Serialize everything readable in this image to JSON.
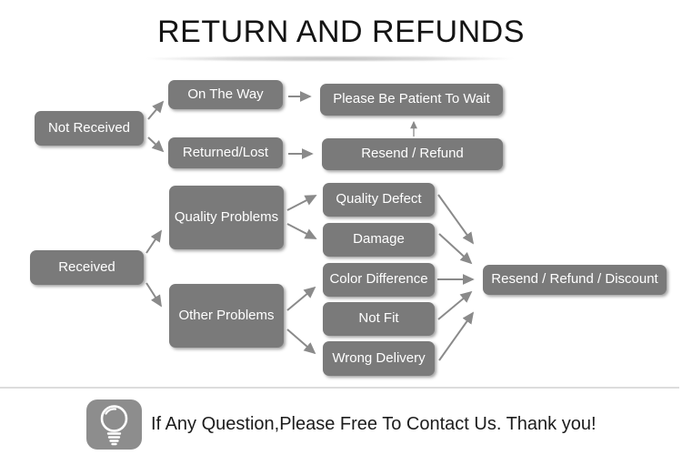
{
  "title": "RETURN AND REFUNDS",
  "flowchart": {
    "nodes": {
      "not_received": "Not Received",
      "on_the_way": "On The Way",
      "please_wait": "Please Be Patient To Wait",
      "returned_lost": "Returned/Lost",
      "resend_refund": "Resend / Refund",
      "received": "Received",
      "quality_problems": "Quality Problems",
      "other_problems": "Other Problems",
      "quality_defect": "Quality Defect",
      "damage": "Damage",
      "color_difference": "Color Difference",
      "not_fit": "Not Fit",
      "wrong_delivery": "Wrong Delivery",
      "resend_refund_discount": "Resend / Refund / Discount"
    },
    "edges": [
      {
        "from": "not_received",
        "to": "on_the_way"
      },
      {
        "from": "not_received",
        "to": "returned_lost"
      },
      {
        "from": "on_the_way",
        "to": "please_wait"
      },
      {
        "from": "returned_lost",
        "to": "resend_refund"
      },
      {
        "from": "resend_refund",
        "to": "please_wait"
      },
      {
        "from": "received",
        "to": "quality_problems"
      },
      {
        "from": "received",
        "to": "other_problems"
      },
      {
        "from": "quality_problems",
        "to": "quality_defect"
      },
      {
        "from": "quality_problems",
        "to": "damage"
      },
      {
        "from": "other_problems",
        "to": "color_difference"
      },
      {
        "from": "other_problems",
        "to": "wrong_delivery"
      },
      {
        "from": "quality_defect",
        "to": "resend_refund_discount"
      },
      {
        "from": "damage",
        "to": "resend_refund_discount"
      },
      {
        "from": "color_difference",
        "to": "resend_refund_discount"
      },
      {
        "from": "not_fit",
        "to": "resend_refund_discount"
      },
      {
        "from": "wrong_delivery",
        "to": "resend_refund_discount"
      }
    ]
  },
  "footer": {
    "message": "If Any Question,Please Free To Contact Us. Thank you!",
    "icon": "lightbulb-icon"
  },
  "colors": {
    "node_fill": "#7a7a7a",
    "node_text": "#ffffff",
    "arrow": "#8a8a8a",
    "title_text": "#141414",
    "title_underline": "#c3c3c3",
    "divider": "#dcdcdc",
    "icon_background": "#8d8d8d",
    "background": "#ffffff"
  }
}
